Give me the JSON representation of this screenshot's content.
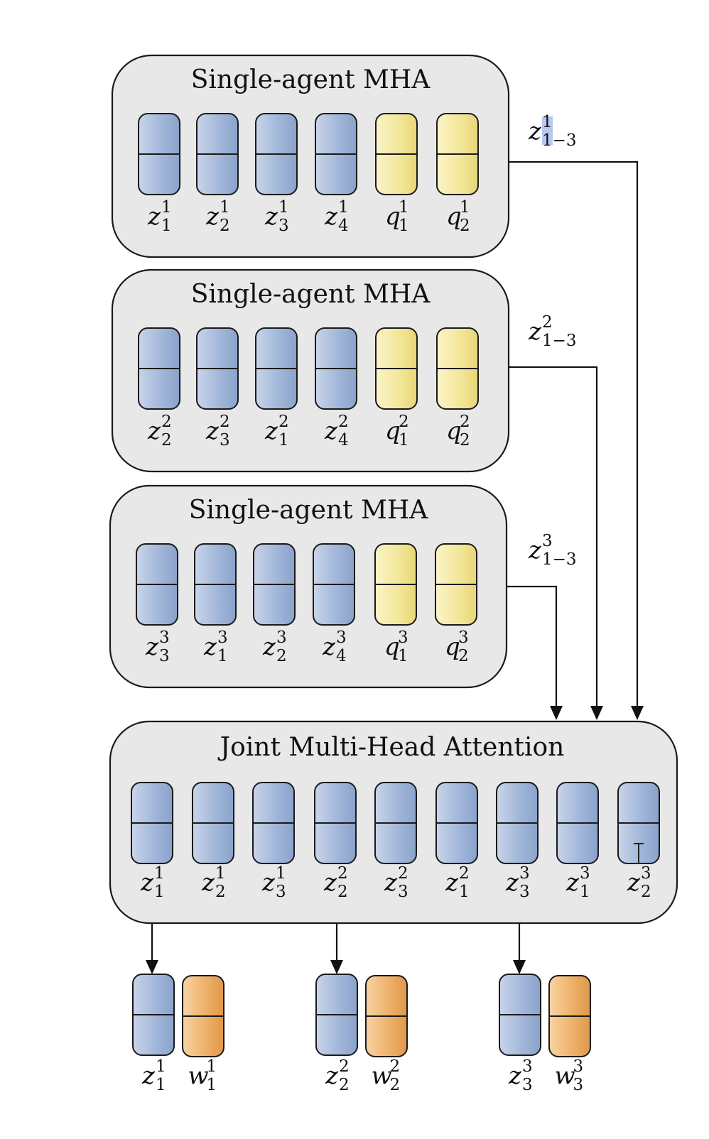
{
  "colors": {
    "panel_fill": "#e8e8e8",
    "blue_token": "#98aed2",
    "yellow_token": "#f2e496",
    "orange_token": "#e9a95a",
    "stroke": "#1a1a1a",
    "selection_highlight": "#b9c8f0"
  },
  "single_agent_blocks": [
    {
      "title": "Single-agent MHA",
      "tokens": [
        {
          "kind": "blue",
          "base": "z",
          "sup": "1",
          "sub": "1"
        },
        {
          "kind": "blue",
          "base": "z",
          "sup": "1",
          "sub": "2"
        },
        {
          "kind": "blue",
          "base": "z",
          "sup": "1",
          "sub": "3"
        },
        {
          "kind": "blue",
          "base": "z",
          "sup": "1",
          "sub": "4"
        },
        {
          "kind": "yellow",
          "base": "q",
          "sup": "1",
          "sub": "1"
        },
        {
          "kind": "yellow",
          "base": "q",
          "sup": "1",
          "sub": "2"
        }
      ],
      "output": {
        "base": "z",
        "sup": "1",
        "sub": "1−3"
      }
    },
    {
      "title": "Single-agent MHA",
      "tokens": [
        {
          "kind": "blue",
          "base": "z",
          "sup": "2",
          "sub": "2"
        },
        {
          "kind": "blue",
          "base": "z",
          "sup": "2",
          "sub": "3"
        },
        {
          "kind": "blue",
          "base": "z",
          "sup": "2",
          "sub": "1"
        },
        {
          "kind": "blue",
          "base": "z",
          "sup": "2",
          "sub": "4"
        },
        {
          "kind": "yellow",
          "base": "q",
          "sup": "2",
          "sub": "1"
        },
        {
          "kind": "yellow",
          "base": "q",
          "sup": "2",
          "sub": "2"
        }
      ],
      "output": {
        "base": "z",
        "sup": "2",
        "sub": "1−3"
      }
    },
    {
      "title": "Single-agent MHA",
      "tokens": [
        {
          "kind": "blue",
          "base": "z",
          "sup": "3",
          "sub": "3"
        },
        {
          "kind": "blue",
          "base": "z",
          "sup": "3",
          "sub": "1"
        },
        {
          "kind": "blue",
          "base": "z",
          "sup": "3",
          "sub": "2"
        },
        {
          "kind": "blue",
          "base": "z",
          "sup": "3",
          "sub": "4"
        },
        {
          "kind": "yellow",
          "base": "q",
          "sup": "3",
          "sub": "1"
        },
        {
          "kind": "yellow",
          "base": "q",
          "sup": "3",
          "sub": "2"
        }
      ],
      "output": {
        "base": "z",
        "sup": "3",
        "sub": "1−3"
      }
    }
  ],
  "joint_block": {
    "title": "Joint Multi-Head Attention",
    "tokens": [
      {
        "kind": "blue",
        "base": "z",
        "sup": "1",
        "sub": "1"
      },
      {
        "kind": "blue",
        "base": "z",
        "sup": "1",
        "sub": "2"
      },
      {
        "kind": "blue",
        "base": "z",
        "sup": "1",
        "sub": "3"
      },
      {
        "kind": "blue",
        "base": "z",
        "sup": "2",
        "sub": "2"
      },
      {
        "kind": "blue",
        "base": "z",
        "sup": "2",
        "sub": "3"
      },
      {
        "kind": "blue",
        "base": "z",
        "sup": "2",
        "sub": "1"
      },
      {
        "kind": "blue",
        "base": "z",
        "sup": "3",
        "sub": "3"
      },
      {
        "kind": "blue",
        "base": "z",
        "sup": "3",
        "sub": "1"
      },
      {
        "kind": "blue",
        "base": "z",
        "sup": "3",
        "sub": "2"
      }
    ]
  },
  "outputs": [
    {
      "z": {
        "base": "z",
        "sup": "1",
        "sub": "1"
      },
      "w": {
        "base": "w",
        "sup": "1",
        "sub": "1"
      }
    },
    {
      "z": {
        "base": "z",
        "sup": "2",
        "sub": "2"
      },
      "w": {
        "base": "w",
        "sup": "2",
        "sub": "2"
      }
    },
    {
      "z": {
        "base": "z",
        "sup": "3",
        "sub": "3"
      },
      "w": {
        "base": "w",
        "sup": "3",
        "sub": "3"
      }
    }
  ]
}
